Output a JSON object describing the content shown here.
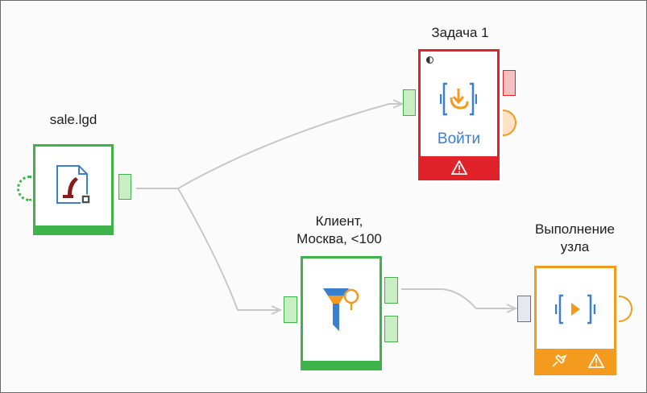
{
  "nodes": {
    "sale": {
      "label": "sale.lgd",
      "color": "#3db34a",
      "icon": "file-data-icon"
    },
    "task": {
      "label": "Задача 1",
      "action_label": "Войти",
      "color": "#e0222a",
      "icon": "login-icon",
      "status_icon": "warning-icon"
    },
    "filter": {
      "label": "Клиент,\nМосква, <100",
      "color": "#3db34a",
      "icon": "filter-icon"
    },
    "exec": {
      "label": "Выполнение\nузла",
      "color": "#f39a1f",
      "icon": "play-icon",
      "status_icons": [
        "pin-icon",
        "warning-icon"
      ]
    }
  },
  "colors": {
    "link": "#c8c8c8",
    "green": "#3db34a",
    "red": "#e0222a",
    "orange": "#f39a1f",
    "blue": "#3a7fd0"
  }
}
